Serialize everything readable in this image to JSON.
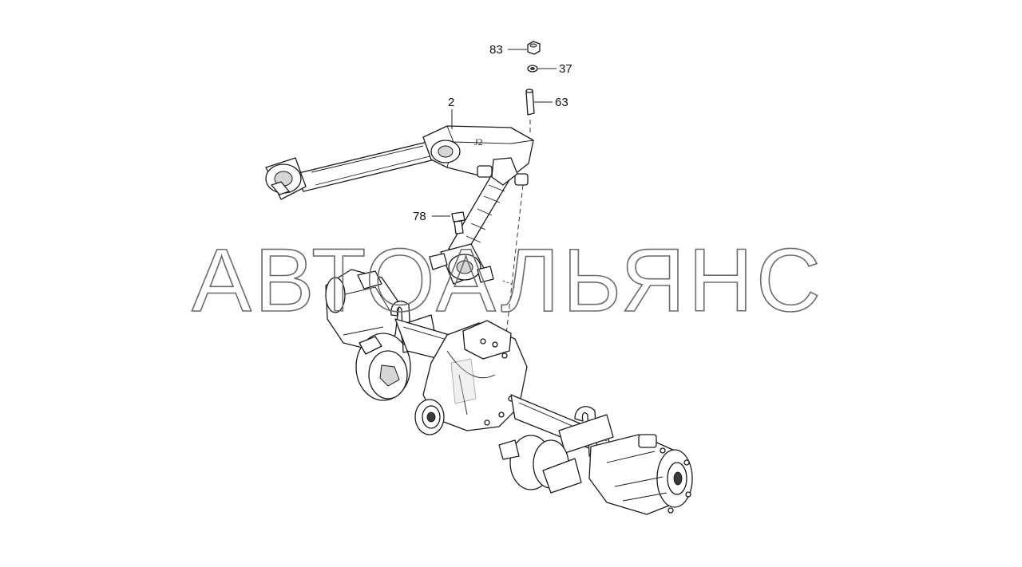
{
  "watermark": {
    "text": "АВТОАЛЬЯНС"
  },
  "callouts": [
    {
      "id": "83",
      "label": "83"
    },
    {
      "id": "37",
      "label": "37"
    },
    {
      "id": "63",
      "label": "63"
    },
    {
      "id": "2",
      "label": "2"
    },
    {
      "id": "78",
      "label": "78"
    }
  ]
}
